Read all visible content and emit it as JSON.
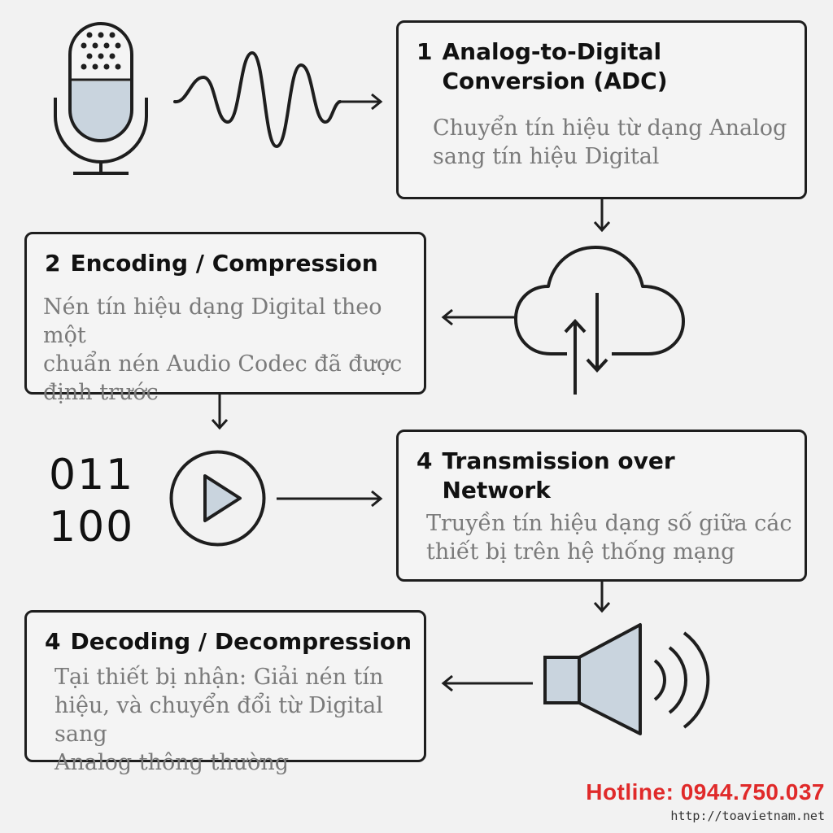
{
  "steps": [
    {
      "number": "1",
      "title_lines": [
        "Analog-to-Digital",
        "Conversion (ADC)"
      ],
      "description_lines": [
        "Chuyển tín hiệu từ dạng Analog",
        "sang tín hiệu Digital"
      ]
    },
    {
      "number": "2",
      "title_lines": [
        "Encoding / Compression"
      ],
      "description_lines": [
        "Nén tín hiệu dạng Digital theo một",
        "chuẩn nén Audio Codec đã được",
        "định trước"
      ]
    },
    {
      "number": "4",
      "title_lines": [
        "Transmission over",
        "Network"
      ],
      "description_lines": [
        "Truyền tín hiệu dạng số giữa các",
        "thiết bị trên hệ thống mạng"
      ]
    },
    {
      "number": "4",
      "title_lines": [
        "Decoding / Decompression"
      ],
      "description_lines": [
        "Tại thiết bị nhận: Giải nén tín",
        "hiệu, và chuyển đổi từ Digital sang",
        "Analog thông thường"
      ]
    }
  ],
  "binary_lines": [
    "011",
    "100"
  ],
  "footer": {
    "hotline_label": "Hotline:",
    "hotline_number": "0944.750.037",
    "url": "http://toavietnam.net"
  },
  "icons": [
    "microphone-icon",
    "sound-wave-icon",
    "cloud-sync-icon",
    "play-icon",
    "speaker-icon"
  ],
  "colors": {
    "stroke": "#1e1e1e",
    "icon_fill": "#c9d4de",
    "description_text": "#7a7a7a",
    "hotline": "#e02a2a"
  }
}
